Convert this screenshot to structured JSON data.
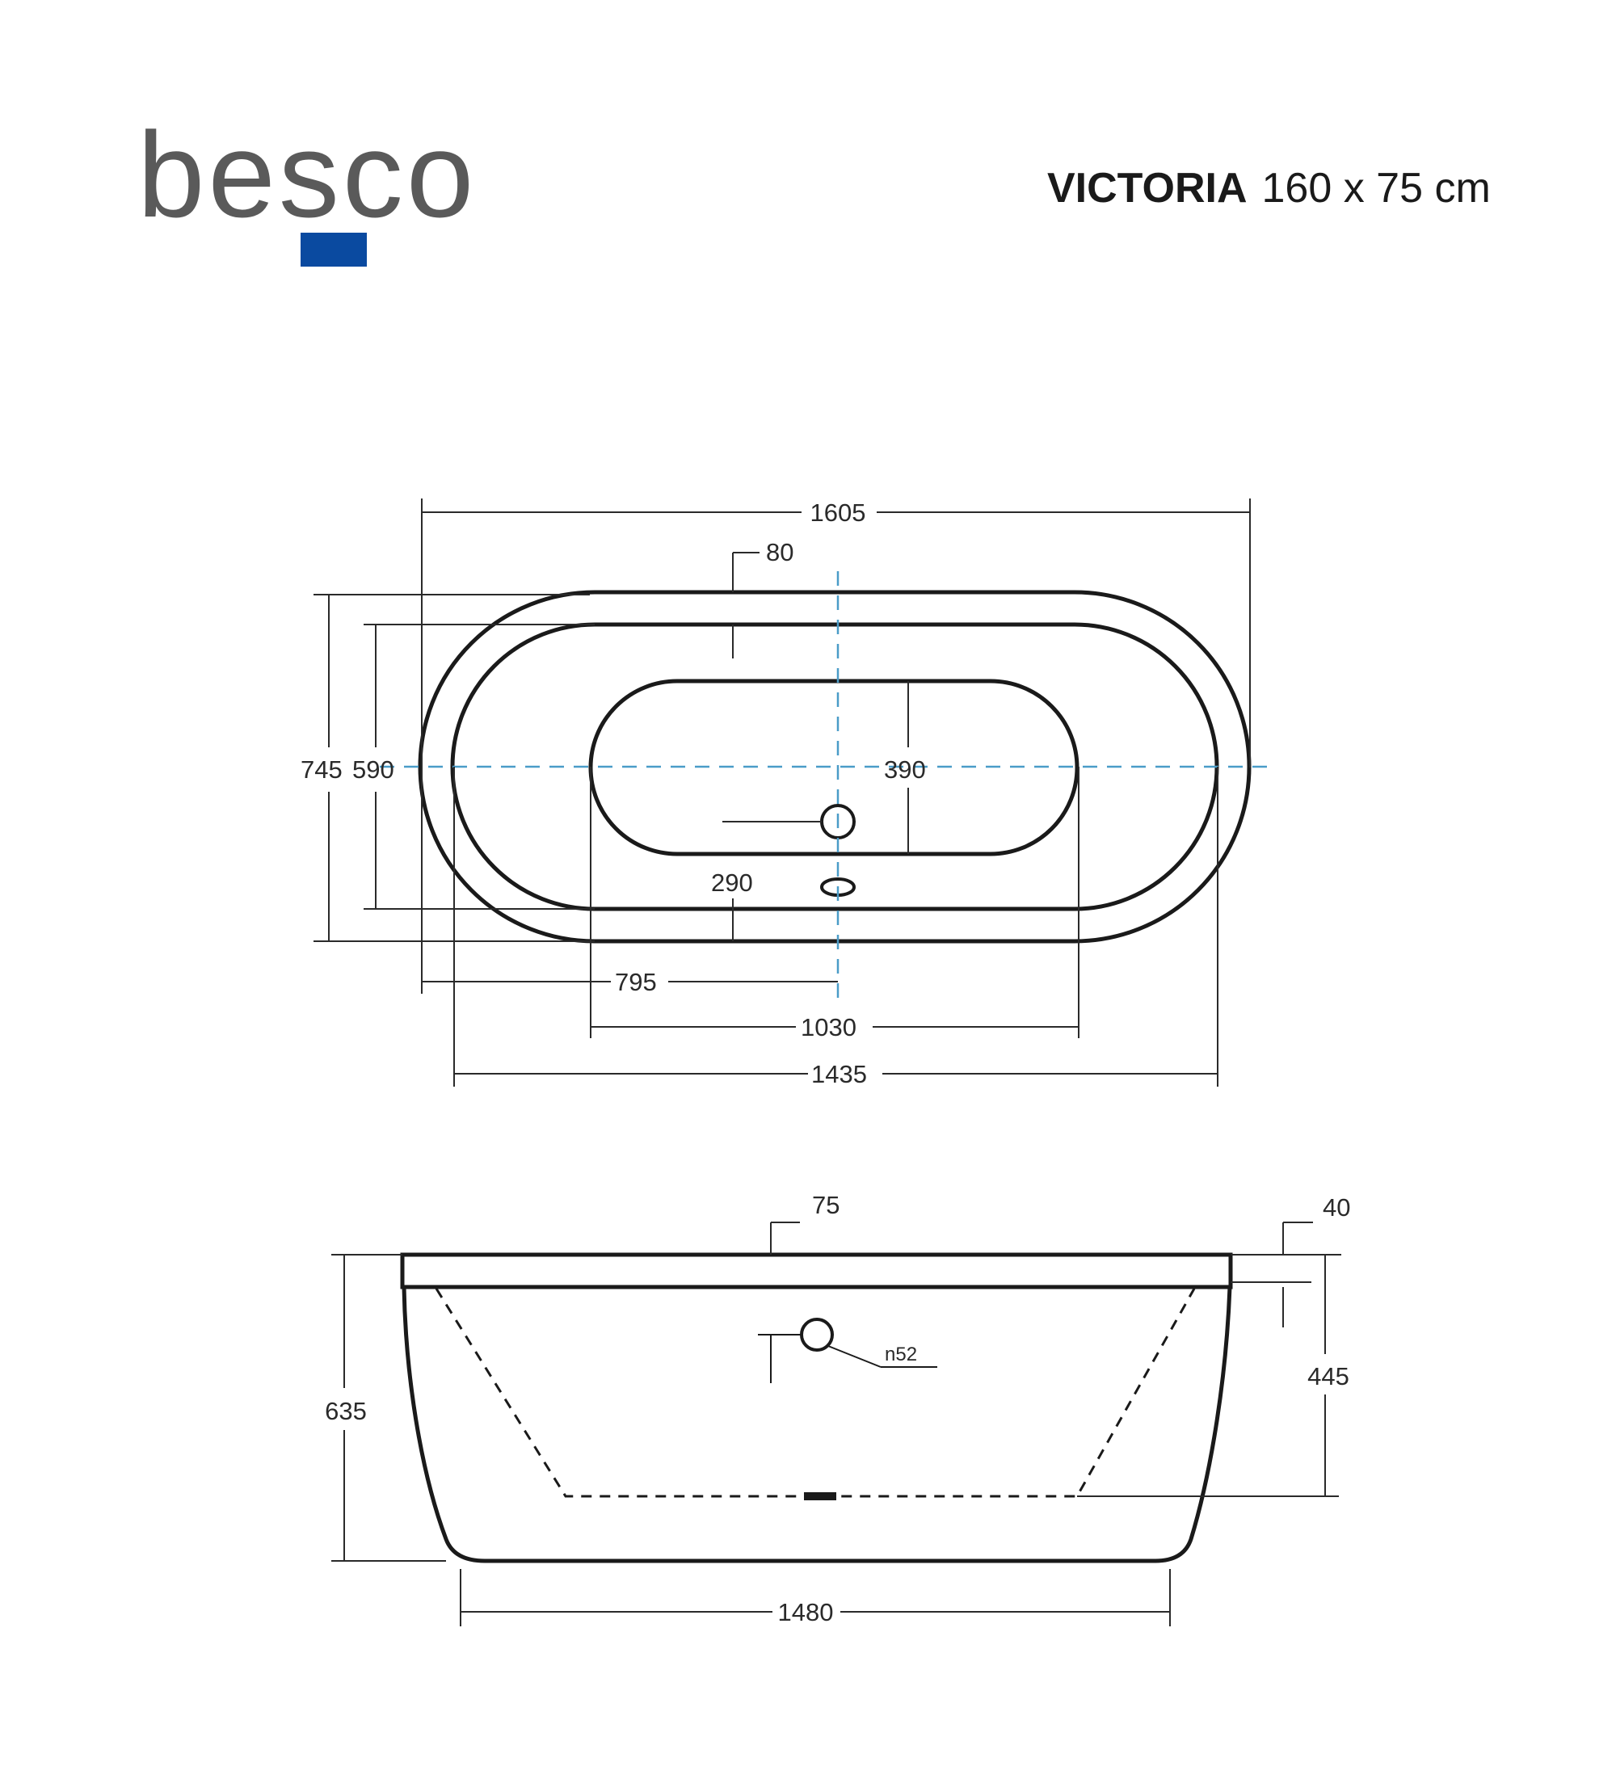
{
  "brand": {
    "logo_text": "besco",
    "logo_square_color": "#0a4aa0",
    "logo_text_color": "#5a5a5a"
  },
  "title": {
    "model": "VICTORIA",
    "size": "160 x 75 cm"
  },
  "top_view": {
    "overall_length": "1605",
    "rim_width": "80",
    "overall_width": "745",
    "inner_width": "590",
    "basin_width": "390",
    "drain_offset_side": "290",
    "drain_offset_length": "795",
    "basin_length": "1030",
    "inner_length": "1435"
  },
  "side_view": {
    "rim_thickness": "75",
    "top_margin": "40",
    "overall_height": "635",
    "inner_depth": "445",
    "overflow_label": "n52",
    "base_length": "1480"
  },
  "colors": {
    "outline": "#1a1a1a",
    "axis": "#4a9cc8"
  }
}
